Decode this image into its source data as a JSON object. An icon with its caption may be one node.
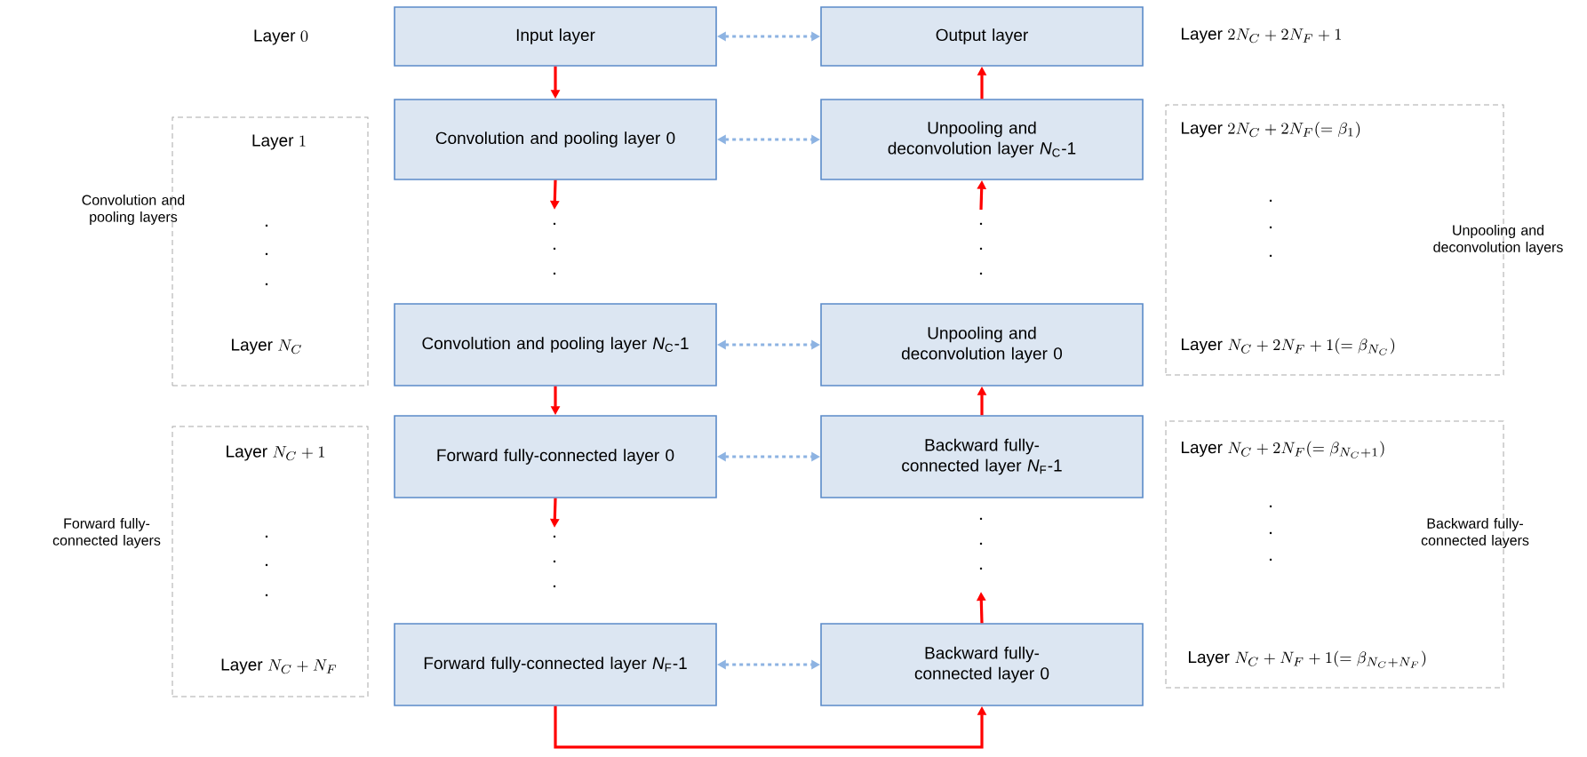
{
  "diagram": {
    "nodes": [
      {
        "text": [
          "Input layer"
        ]
      },
      {
        "text": [
          "Output layer"
        ]
      },
      {
        "text": [
          "Convolution and pooling layers",
          "\\text{Layer }1",
          "\\text{Layer }N_C"
        ]
      },
      {
        "text": [
          "Convolution and pooling layer 0"
        ]
      },
      {
        "text": [
          "Unpooling and deconvolution layer *N*$_{C}$-1"
        ]
      },
      {
        "text": [
          "Unpooling and deconvolution layers",
          "\\text{Layer }2N_C+2N_F(=\\beta_1)",
          "\\text{Layer }N_C+2N_F+1(=\\beta_{N_C})"
        ]
      },
      {
        "text": [
          "Convolution and pooling layer *N*$_{C}$-1"
        ]
      },
      {
        "text": [
          "Unpooling and deconvolution layer 0"
        ]
      },
      {
        "text": [
          "Forward fully-connected layers",
          "\\text{Layer }N_C+1",
          "\\text{Layer }N_C+N_F"
        ]
      },
      {
        "text": [
          "Forward fully-connected layer 0"
        ]
      },
      {
        "text": [
          "Backward fully-connected layer *N*$_{F}$-1"
        ]
      },
      {
        "text": [
          "Backward fully-connected layers",
          "\\text{Layer }N_C+2N_F(=\\beta_{N_C+1})",
          "\\text{Layer }N_C+N_F+1(=\\beta_{N_C+N_F})"
        ]
      },
      {
        "text": [
          "Forward fully-connected layer *N*$_{F}$-1"
        ]
      },
      {
        "text": [
          "Backward fully-connected layer 0"
        ]
      }
    ],
    "edges": [
      {
        "from": 0,
        "to": 3,
        "arrow": "to"
      },
      {
        "from": 3,
        "to": null,
        "arrow": "to"
      },
      {
        "from": 6,
        "to": 9,
        "arrow": "to"
      },
      {
        "from": 9,
        "to": null,
        "arrow": "to"
      },
      {
        "from": 12,
        "to": 13,
        "arrow": "to"
      },
      {
        "from": 13,
        "to": null,
        "arrow": "to"
      },
      {
        "from": 10,
        "to": 7,
        "arrow": "to"
      },
      {
        "from": null,
        "to": 4,
        "arrow": "to"
      },
      {
        "from": 4,
        "to": 1,
        "arrow": "to"
      },
      {
        "from": 0,
        "to": 1,
        "arrow": "both",
        "style": "dashed",
        "color": "#8db3e2"
      },
      {
        "from": 3,
        "to": 4,
        "arrow": "both",
        "style": "dashed",
        "color": "#8db3e2"
      },
      {
        "from": 6,
        "to": 7,
        "arrow": "both",
        "style": "dashed",
        "color": "#8db3e2"
      },
      {
        "from": 9,
        "to": 10,
        "arrow": "both",
        "style": "dashed",
        "color": "#8db3e2"
      },
      {
        "from": 12,
        "to": 13,
        "arrow": "both",
        "style": "dashed",
        "color": "#8db3e2"
      }
    ],
    "labels": [
      "\\text{Layer }0",
      "\\text{Layer }2N_C+2N_F+1"
    ]
  }
}
